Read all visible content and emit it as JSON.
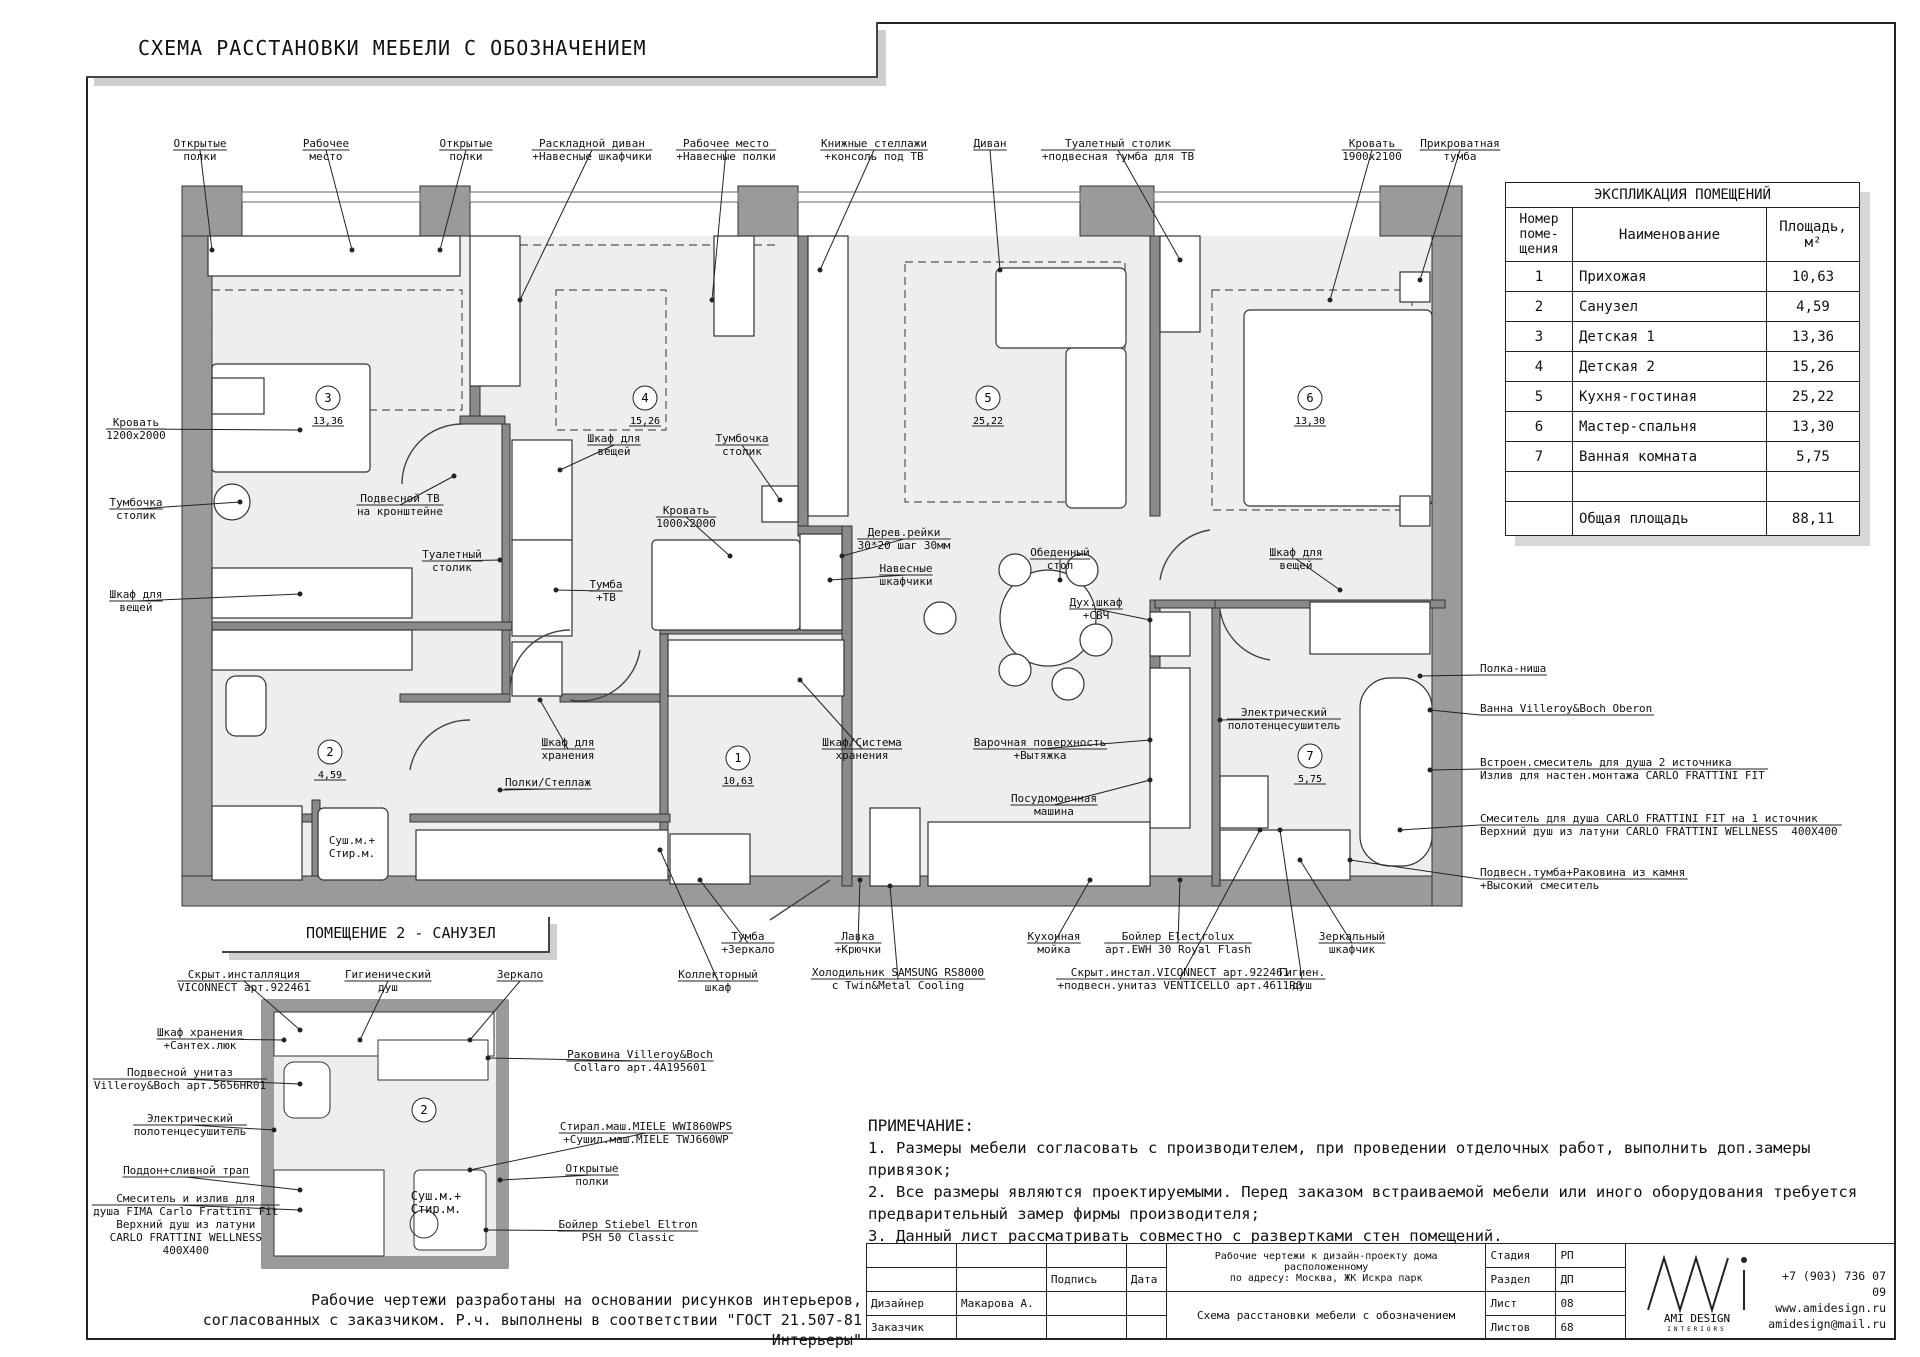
{
  "title": "СХЕМА РАССТАНОВКИ МЕБЕЛИ С ОБОЗНАЧЕНИЕМ",
  "subplan_title": "ПОМЕЩЕНИЕ 2 - САНУЗЕЛ",
  "rooms_markers": [
    {
      "num": "1",
      "area": "10,63"
    },
    {
      "num": "2",
      "area": "4,59"
    },
    {
      "num": "3",
      "area": "13,36"
    },
    {
      "num": "4",
      "area": "15,26"
    },
    {
      "num": "5",
      "area": "25,22"
    },
    {
      "num": "6",
      "area": "13,30"
    },
    {
      "num": "7",
      "area": "5,75"
    }
  ],
  "sub_marker": "2",
  "labels": {
    "open_shelves_1": "Открытые\nполки",
    "workplace_1": "Рабочее\nместо",
    "open_shelves_2": "Открытые\nполки",
    "sofa_bed": "Раскладной диван\n+Навесные шкафчики",
    "workplace_2": "Рабочее место\n+Навесные полки",
    "bookshelves": "Книжные стеллажи\n+консоль под ТВ",
    "sofa": "Диван",
    "dressing_table_top": "Туалетный столик\n+подвесная тумба для ТВ",
    "bed_1900": "Кровать\n1900х2100",
    "bedside_table_top": "Прикроватная\nтумба",
    "bed_1200": "Кровать\n1200х2000",
    "nightstand": "Тумбочка\nстолик",
    "wardrobe_left": "Шкаф для\nвещей",
    "wall_tv": "Подвесной ТВ\nна кронштейне",
    "wardrobe_mid": "Шкаф для\nвещей",
    "nightstand_mid": "Тумбочка\nстолик",
    "bed_1000": "Кровать\n1000х2000",
    "wood_slats": "Дерев.рейки\n30*20 шаг 30мм",
    "hanging_cabinets": "Навесные\nшкафчики",
    "dressing_table_left": "Туалетный\nстолик",
    "tv_stand": "Тумба\n+ТВ",
    "dining_table": "Обеденный\nстол",
    "oven": "Дух.шкаф\n+СВЧ",
    "wardrobe_right": "Шкаф для\nвещей",
    "storage_cabinet": "Шкаф для\nхранения",
    "storage_system": "Шкаф/Система\nхранения",
    "hob": "Варочная поверхность\n+Вытяжка",
    "towel_dryer": "Электрический\nполотенцесушитель",
    "shelves_rack": "Полки/Стеллаж",
    "dishwasher": "Посудомоечная\nмашина",
    "shelf_niche": "Полка-ниша",
    "bathtub": "Ванна Villeroy&Boch Oberon",
    "mixer_built_in": "Встроен.смеситель для душа 2 источника\nИзлив для настен.монтажа CARLO FRATTINI FIT",
    "shower_mixer": "Смеситель для душа CARLO FRATTINI FIT на 1 источник\nВерхний душ из латуни CARLO FRATTINI WELLNESS  400Х400",
    "sink_stone": "Подвесн.тумба+Раковина из камня\n+Высокий смеситель",
    "collector": "Коллекторный\nшкаф",
    "stand_mirror": "Тумба\n+Зеркало",
    "bench": "Лавка\n+Крючки",
    "fridge": "Холодильник SAMSUNG RS8000\nс Twin&Metal Cooling",
    "kitchen_sink": "Кухонная\nмойка",
    "boiler": "Бойлер Electrolux\nарт.EWH 30 Royal Flash",
    "installation": "Скрыт.инстал.VICONNECT арт.922461\n+подвесн.унитаз VENTICELLO арт.4611R0",
    "hyg_shower": "Гигиен.\nдуш",
    "mirror_cabinet": "Зеркальный\nшкафчик"
  },
  "sub_labels": {
    "installation": "Скрыт.инсталляция\nVICONNECT арт.922461",
    "hyg_shower": "Гигиенический\nдуш",
    "mirror": "Зеркало",
    "storage": "Шкаф хранения\n+Сантех.люк",
    "toilet": "Подвесной унитаз\nVilleroy&Boch арт.5656HR01",
    "sink": "Раковина Villeroy&Boch\nCollaro арт.4A195601",
    "towel": "Электрический\nполотенцесушитель",
    "washer": "Стирал.маш.MIELE WWI860WPS\n+Сушил.маш.MIELE TWJ660WP",
    "tray": "Поддон+сливной трап",
    "open_shelves": "Открытые\nполки",
    "mixer": "Смеситель и излив для\nдуша FIMA Carlo Frattini Fit\nВерхний душ из латуни\nCARLO FRATTINI WELLNESS\n400Х400",
    "boiler": "Бойлер Stiebel Eltron\nPSH 50 Classic",
    "dryer_text": "Суш.м.+\nСтир.м."
  },
  "explication": {
    "title": "ЭКСПЛИКАЦИЯ ПОМЕЩЕНИЙ",
    "headers": [
      "Номер\nпоме-\nщения",
      "Наименование",
      "Площадь,\nм²"
    ],
    "rows": [
      [
        "1",
        "Прихожая",
        "10,63"
      ],
      [
        "2",
        "Санузел",
        "4,59"
      ],
      [
        "3",
        "Детская 1",
        "13,36"
      ],
      [
        "4",
        "Детская 2",
        "15,26"
      ],
      [
        "5",
        "Кухня-гостиная",
        "25,22"
      ],
      [
        "6",
        "Мастер-спальня",
        "13,30"
      ],
      [
        "7",
        "Ванная комната",
        "5,75"
      ],
      [
        "",
        "",
        ""
      ]
    ],
    "total_label": "Общая площадь",
    "total_value": "88,11"
  },
  "notes": {
    "heading": "ПРИМЕЧАНИЕ:",
    "items": [
      "1. Размеры мебели согласовать с производителем, при проведении отделочных работ, выполнить доп.замеры привязок;",
      "2. Все размеры являются проектируемыми. Перед заказом встраиваемой мебели или иного оборудования требуется предварительный замер фирмы производителя;",
      "3. Данный лист рассматривать совместно с развертками стен помещений."
    ]
  },
  "footer_note": "Рабочие чертежи разработаны на основании рисунков интерьеров,\nсогласованных с заказчиком. Р.ч. выполнены в соответствии \"ГОСТ 21.507-81 Интерьеры\"",
  "stamp": {
    "signature": "Подпись",
    "date": "Дата",
    "project": "Рабочие чертежи к дизайн-проекту дома расположенному\nпо адресу: Москва, ЖК Искра парк",
    "sheet_name": "Схема расстановки мебели с обозначением",
    "designer_label": "Дизайнер",
    "designer_name": "Макарова А.",
    "customer_label": "Заказчик",
    "stage_label": "Стадия",
    "stage_value": "РП",
    "section_label": "Раздел",
    "section_value": "ДП",
    "sheet_label": "Лист",
    "sheet_value": "08",
    "sheets_label": "Листов",
    "sheets_value": "68"
  },
  "logo": {
    "brand": "AMI DESIGN",
    "sub": "INTERIORS"
  },
  "contacts": {
    "phone": "+7 (903) 736 07 09",
    "site": "www.amidesign.ru",
    "email": "amidesign@mail.ru"
  }
}
